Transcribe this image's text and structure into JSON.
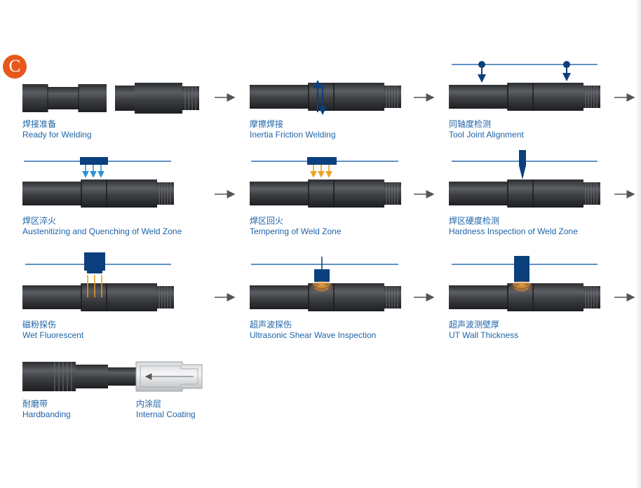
{
  "badge": {
    "label": "C",
    "color": "#e8581c"
  },
  "colors": {
    "pipe": "#3b3d40",
    "process_blue": "#0b3f7d",
    "heat": "#f0a020",
    "line_blue": "#2e6fb0",
    "caption": "#1f63a8",
    "arrow": "#555555"
  },
  "steps": [
    {
      "id": "ready",
      "cn": "焊接准备",
      "en": "Ready for Welding"
    },
    {
      "id": "friction",
      "cn": "摩擦焊接",
      "en": "Inertia Friction Welding"
    },
    {
      "id": "alignment",
      "cn": "同轴度检测",
      "en": "Tool Joint Alignment"
    },
    {
      "id": "quench",
      "cn": "焊区淬火",
      "en": "Austenitizing and Quenching of Weld Zone"
    },
    {
      "id": "temper",
      "cn": "焊区回火",
      "en": "Tempering of Weld Zone"
    },
    {
      "id": "hardness",
      "cn": "焊区硬度检测",
      "en": "Hardness Inspection of Weld Zone"
    },
    {
      "id": "fluorescent",
      "cn": "磁粉探伤",
      "en": "Wet Fluorescent"
    },
    {
      "id": "shearwave",
      "cn": "超声波探伤",
      "en": "Ultrasonic Shear Wave Inspection"
    },
    {
      "id": "wall",
      "cn": "超声波测壁厚",
      "en": "UT Wall Thickness"
    },
    {
      "id": "hardbanding",
      "cn": "耐磨带",
      "en": "Hardbanding"
    },
    {
      "id": "coating",
      "cn": "内涂层",
      "en": "Internal Coating"
    }
  ]
}
